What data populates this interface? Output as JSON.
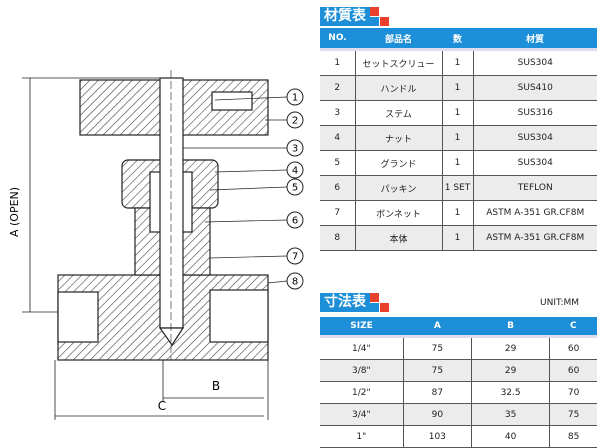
{
  "drawing": {
    "dim_a": "A (OPEN)",
    "dim_b": "B",
    "dim_c": "C",
    "callouts": [
      "1",
      "2",
      "3",
      "4",
      "5",
      "6",
      "7",
      "8"
    ]
  },
  "materials": {
    "title": "材質表",
    "headers": [
      "NO.",
      "部品名",
      "数",
      "材質"
    ],
    "rows": [
      [
        "1",
        "セットスクリュー",
        "1",
        "SUS304"
      ],
      [
        "2",
        "ハンドル",
        "1",
        "SUS410"
      ],
      [
        "3",
        "ステム",
        "1",
        "SUS316"
      ],
      [
        "4",
        "ナット",
        "1",
        "SUS304"
      ],
      [
        "5",
        "グランド",
        "1",
        "SUS304"
      ],
      [
        "6",
        "パッキン",
        "1 SET",
        "TEFLON"
      ],
      [
        "7",
        "ボンネット",
        "1",
        "ASTM A-351 GR.CF8M"
      ],
      [
        "8",
        "本体",
        "1",
        "ASTM A-351 GR.CF8M"
      ]
    ]
  },
  "dimensions": {
    "title": "寸法表",
    "unit": "UNIT:MM",
    "headers": [
      "SIZE",
      "A",
      "B",
      "C"
    ],
    "rows": [
      [
        "1/4\"",
        "75",
        "29",
        "60"
      ],
      [
        "3/8\"",
        "75",
        "29",
        "60"
      ],
      [
        "1/2\"",
        "87",
        "32.5",
        "70"
      ],
      [
        "3/4\"",
        "90",
        "35",
        "75"
      ],
      [
        "1\"",
        "103",
        "40",
        "85"
      ]
    ]
  },
  "colors": {
    "accent": "#1d8fd8",
    "red": "#e8402a"
  }
}
